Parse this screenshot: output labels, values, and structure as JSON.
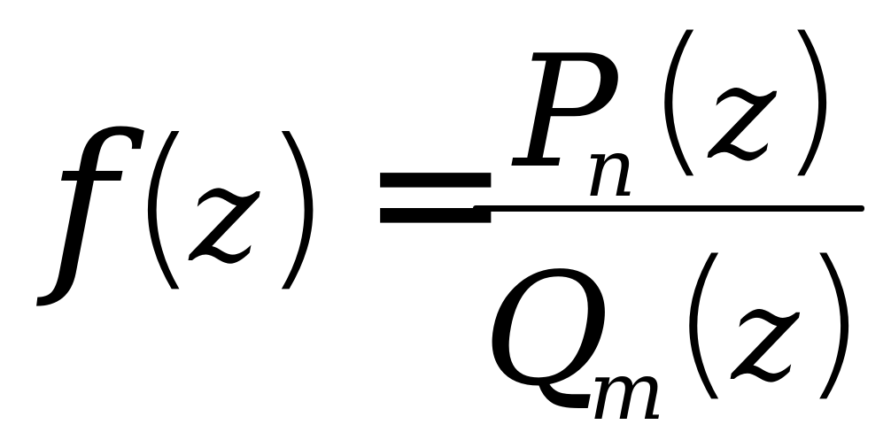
{
  "formula": {
    "lhs": {
      "function": "f",
      "open_paren": "(",
      "variable": "z",
      "close_paren": ")"
    },
    "equals": "=",
    "numerator": {
      "symbol": "P",
      "subscript": "n",
      "open_paren": "(",
      "variable": "z",
      "close_paren": ")"
    },
    "denominator": {
      "symbol": "Q",
      "subscript": "m",
      "open_paren": "(",
      "variable": "z",
      "close_paren": ")"
    },
    "text_color": "#000000",
    "background_color": "#ffffff"
  }
}
